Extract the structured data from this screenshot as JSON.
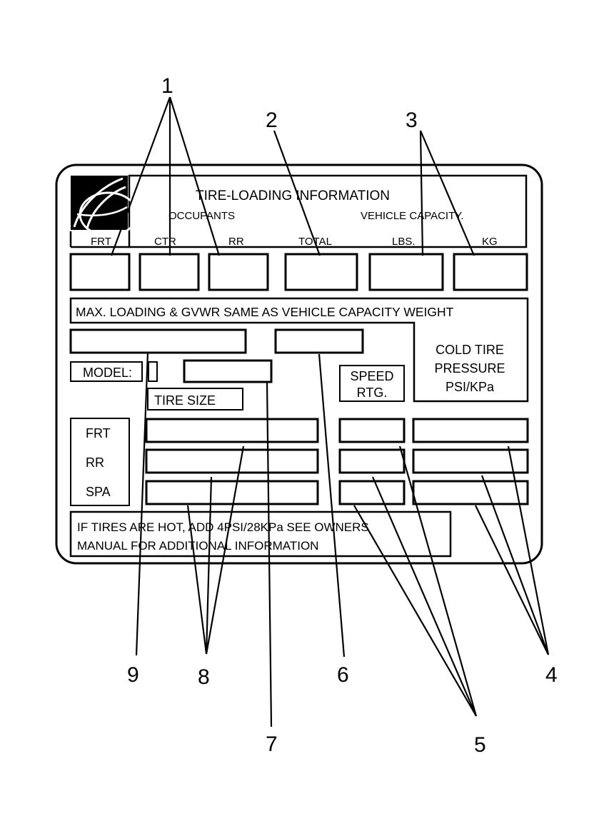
{
  "label": {
    "title": "TIRE-LOADING INFORMATION",
    "occupants": "OCCUPANTS",
    "vehicle_capacity": "VEHICLE CAPACITY.",
    "columns": [
      "FRT",
      "CTR",
      "RR",
      "TOTAL",
      "LBS.",
      "KG"
    ],
    "max_loading": "MAX. LOADING & GVWR SAME AS VEHICLE CAPACITY WEIGHT",
    "model": "MODEL:",
    "tire_size": "TIRE SIZE",
    "speed_rating": [
      "SPEED",
      "RTG."
    ],
    "cold_tire_pressure": [
      "COLD TIRE",
      "PRESSURE",
      "PSI/KPa"
    ],
    "rows": [
      "FRT",
      "RR",
      "SPA"
    ],
    "footer": [
      "IF TIRES ARE HOT, ADD 4PSI/28KPa SEE OWNERS",
      "MANUAL FOR ADDITIONAL INFORMATION"
    ]
  },
  "callouts": [
    "1",
    "2",
    "3",
    "4",
    "5",
    "6",
    "7",
    "8",
    "9"
  ]
}
